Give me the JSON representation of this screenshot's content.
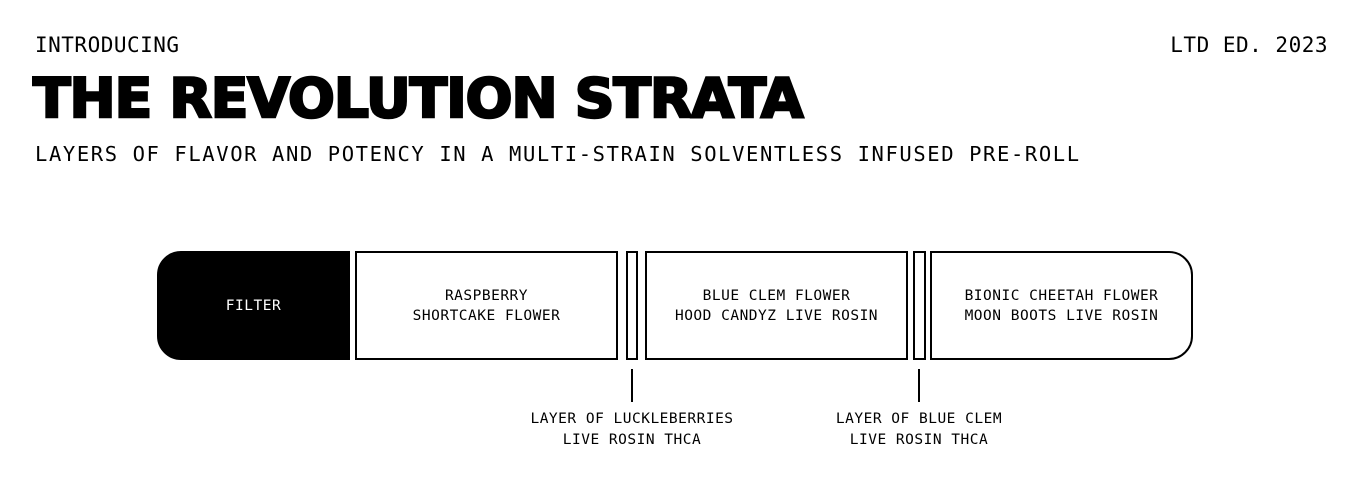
{
  "header": {
    "eyebrow": "INTRODUCING",
    "edition": "LTD ED. 2023",
    "title": "THE REVOLUTION STRATA",
    "subtitle": "LAYERS OF FLAVOR AND POTENCY IN A MULTI-STRAIN SOLVENTLESS INFUSED PRE-ROLL"
  },
  "diagram": {
    "segments": {
      "filter": "FILTER",
      "section_1": "RASPBERRY\nSHORTCAKE FLOWER",
      "section_2": "BLUE CLEM FLOWER\nHOOD CANDYZ LIVE ROSIN",
      "section_3": "BIONIC CHEETAH FLOWER\nMOON BOOTS LIVE ROSIN"
    },
    "callouts": {
      "layer_1": "LAYER OF LUCKLEBERRIES\nLIVE ROSIN THCA",
      "layer_2": "LAYER OF BLUE CLEM\nLIVE ROSIN THCA"
    }
  },
  "colors": {
    "ink": "#000000",
    "paper": "#ffffff"
  }
}
